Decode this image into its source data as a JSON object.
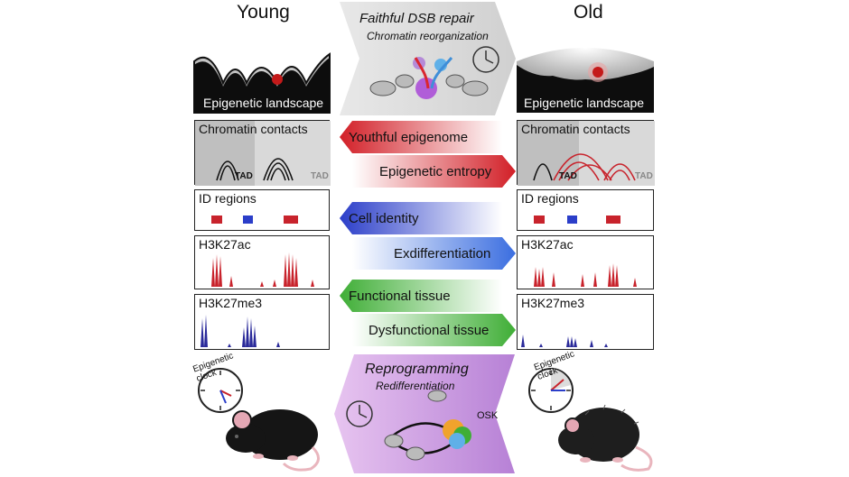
{
  "headings": {
    "young": "Young",
    "old": "Old"
  },
  "top_process": {
    "title": "Faithful DSB repair",
    "subtitle": "Chromatin reorganization"
  },
  "landscape": {
    "label": "Epigenetic landscape"
  },
  "chromatin": {
    "label": "Chromatin contacts",
    "tad": "TAD"
  },
  "id_regions": {
    "label": "ID regions"
  },
  "h3k27ac": {
    "label": "H3K27ac"
  },
  "h3k27me3": {
    "label": "H3K27me3"
  },
  "arrows": {
    "youthful": "Youthful epigenome",
    "entropy": "Epigenetic entropy",
    "identity": "Cell identity",
    "exdiff": "Exdifferentiation",
    "functional": "Functional tissue",
    "dysfunctional": "Dysfunctional tissue"
  },
  "bottom_process": {
    "title": "Reprogramming",
    "subtitle": "Redifferentiation",
    "osk": "OSK"
  },
  "clock": {
    "label": "Epigenetic clock"
  },
  "colors": {
    "red": "#c8232c",
    "blue": "#2b3ec9",
    "green": "#3fae36",
    "purple": "#c98ddb",
    "navy": "#2a2a9a"
  }
}
